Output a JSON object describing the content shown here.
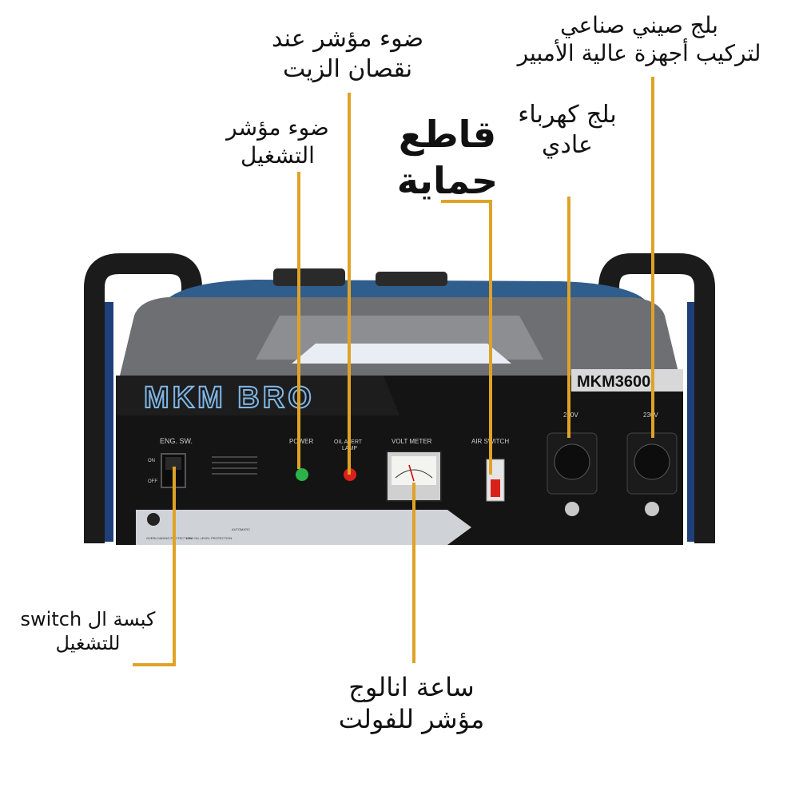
{
  "labels": {
    "oil_alert_line1": "ضوء مؤشر عند",
    "oil_alert_line2": "نقصان الزيت",
    "chinese_plug_line1": "بلج صيني صناعي",
    "chinese_plug_line2": "لتركيب أجهزة عالية الأمبير",
    "power_light_line1": "ضوء مؤشر",
    "power_light_line2": "التشغيل",
    "breaker_line1": "قاطع",
    "breaker_line2": "حماية",
    "regular_plug_line1": "بلج كهرباء",
    "regular_plug_line2": "عادي",
    "switch_line1": "كبسة ال switch",
    "switch_line2": "للتشغيل",
    "volt_line1": "ساعة انالوج",
    "volt_line2": "مؤشر للفولت"
  },
  "panel": {
    "brand": "MKM BRO",
    "model": "MKM3600",
    "eng_sw": "ENG. SW.",
    "on": "ON",
    "off": "OFF",
    "power": "POWER",
    "oil_alert_1": "OIL ALERT",
    "oil_alert_2": "LAMP",
    "volt_meter": "VOLT METER",
    "air_switch": "AIR SWITCH",
    "socket1_voltage": "230V",
    "socket2_voltage": "230V",
    "overload": "OVERLOADING PROTECTION",
    "low_oil": "LOW OIL LEVEL PROTECTION",
    "automatic": "AUTOMATIC"
  },
  "colors": {
    "accent_line": "#e0a226",
    "power_led": "#2bb34a",
    "oil_led": "#d9201a",
    "body_blue": "#2f5d8c",
    "panel_black": "#141414"
  }
}
